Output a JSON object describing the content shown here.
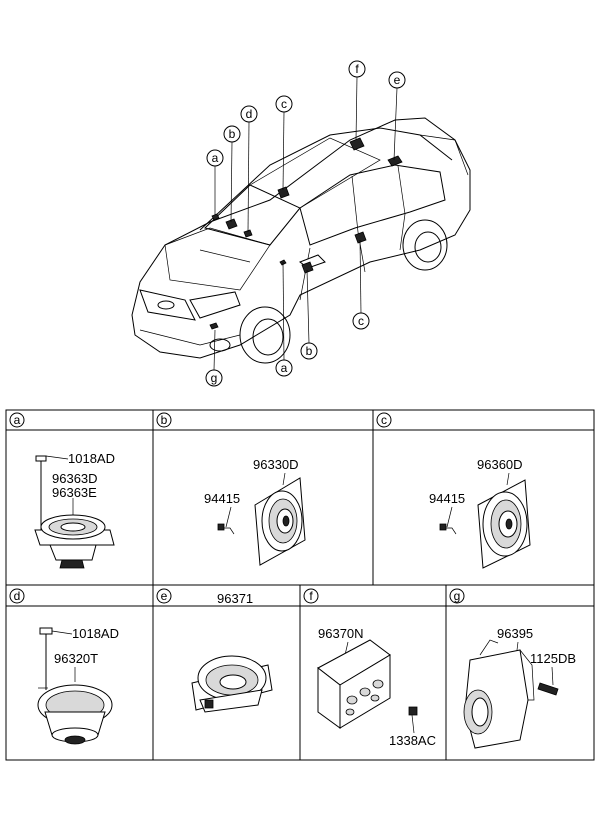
{
  "car_callouts": [
    "f",
    "e",
    "d",
    "c",
    "b",
    "a",
    "c",
    "b",
    "a",
    "g"
  ],
  "panels": [
    {
      "letter": "a",
      "parts": [
        "1018AD",
        "96363D",
        "96363E"
      ]
    },
    {
      "letter": "b",
      "parts": [
        "96330D",
        "94415"
      ]
    },
    {
      "letter": "c",
      "parts": [
        "96360D",
        "94415"
      ]
    },
    {
      "letter": "d",
      "parts": [
        "1018AD",
        "96320T"
      ]
    },
    {
      "letter": "e",
      "parts": [
        "96371"
      ]
    },
    {
      "letter": "f",
      "parts": [
        "96370N",
        "1338AC"
      ]
    },
    {
      "letter": "g",
      "parts": [
        "96395",
        "1125DB"
      ]
    }
  ]
}
